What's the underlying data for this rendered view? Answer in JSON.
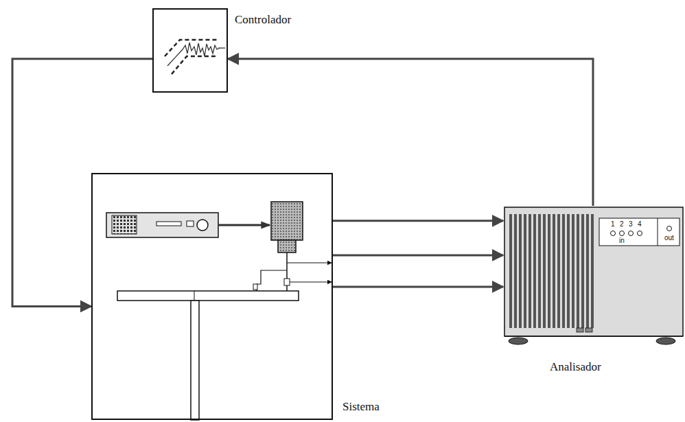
{
  "diagram": {
    "nodes": [
      {
        "text": [
          "Controlador"
        ]
      },
      {
        "text": [
          "Sistema"
        ]
      },
      {
        "text": [
          "Analisador"
        ]
      }
    ],
    "edges": [
      {
        "from": 2,
        "to": 0,
        "arrow": "to"
      },
      {
        "from": 0,
        "to": 1,
        "arrow": "to"
      },
      {
        "from": 1,
        "to": 2,
        "arrow": "to"
      },
      {
        "from": 1,
        "to": 2,
        "arrow": "to"
      },
      {
        "from": 1,
        "to": 2,
        "arrow": "to"
      }
    ],
    "labels": [
      "1",
      "2",
      "3",
      "4",
      "in",
      "out"
    ]
  }
}
